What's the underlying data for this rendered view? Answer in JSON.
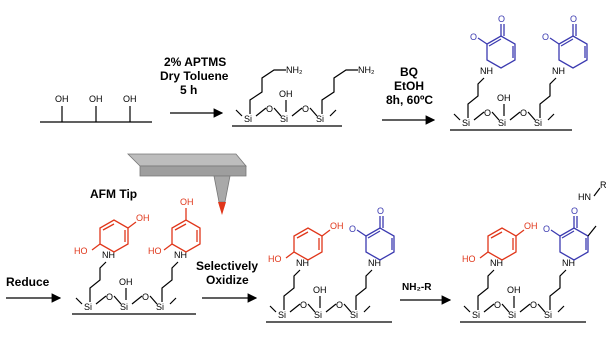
{
  "steps": {
    "step1": {
      "line1": "2% APTMS",
      "line2": "Dry Toluene",
      "line3": "5 h"
    },
    "step2": {
      "line1": "BQ",
      "line2": "EtOH",
      "line3": "8h, 60ºC"
    },
    "afm": "AFM Tip",
    "reduce": "Reduce",
    "oxidize": {
      "line1": "Selectively",
      "line2": "Oxidize"
    },
    "amine": "NH₂-R"
  },
  "atoms": {
    "oh": "OH",
    "ho": "HO",
    "nh": "NH",
    "nh2": "NH₂",
    "si": "Si",
    "o": "O",
    "hn": "HN",
    "r": "R"
  },
  "colors": {
    "catechol": "#e0361a",
    "quinone": "#3b3ab0",
    "tip": "#a9a9a9",
    "tip_end": "#e0361a"
  }
}
